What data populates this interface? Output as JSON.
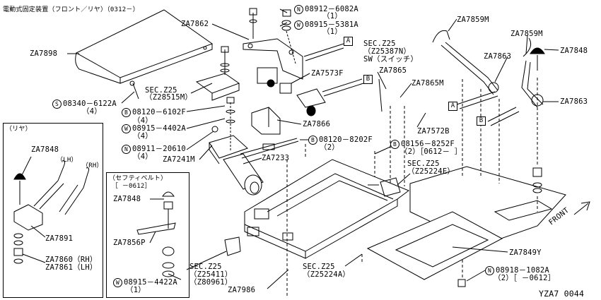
{
  "title": "電動式固定装置（フロント／リヤ）（0312－）",
  "footer_code": "YZA7 0044",
  "front_label": "FRONT",
  "rear_panel": {
    "title": "（リヤ）",
    "lh": "（LH）",
    "rh": "（RH）",
    "za7848": "ZA7848",
    "za7891": "ZA7891",
    "za7860": "ZA7860（RH）",
    "za7861": "ZA7861（LH）"
  },
  "belt_panel": {
    "title": "（セフティベルト）",
    "range": "［ －0612］",
    "za7848": "ZA7848",
    "za7856p": "ZA7856P",
    "bolt_prefix": "W",
    "bolt": "08915－4422A",
    "qty": "（1）"
  },
  "boxes": {
    "a": "A",
    "b": "B"
  },
  "labels": {
    "za7898": "ZA7898",
    "sec_z25_a": "SEC.Z25",
    "sec_z25_a_sub": "（Z28515M）",
    "s_prefix": "S",
    "s_bolt": "08340－6122A",
    "s_qty": "（4）",
    "b1_prefix": "B",
    "b1_bolt": "08120－6102F",
    "b1_qty": "（4）",
    "w1_prefix": "W",
    "w1_bolt": "08915－4402A",
    "w1_qty": "（4）",
    "n1_prefix": "N",
    "n1_bolt": "08911－20610",
    "n1_qty": "（4）",
    "za7241m": "ZA7241M",
    "za7862": "ZA7862",
    "n2_prefix": "N",
    "n2_bolt": "08912－6082A",
    "n2_qty": "（1）",
    "w2_prefix": "W",
    "w2_bolt": "08915－5381A",
    "w2_qty": "（1）",
    "za7573f": "ZA7573F",
    "za7866": "ZA7866",
    "za7233": "ZA7233",
    "b2_prefix": "B",
    "b2_bolt": "08120－8202F",
    "b2_qty": "（2）",
    "sec_z25_b": "SEC.Z25",
    "sec_z25_b_sub": "（Z25387N）",
    "sec_z25_b_sw": "SW（スイッチ）",
    "za7865": "ZA7865",
    "za7865m": "ZA7865M",
    "za7572b": "ZA7572B",
    "b3_prefix": "B",
    "b3_bolt": "08156－8252F",
    "b3_qty": "（2）［0612－ ］",
    "sec_z25_c": "SEC.Z25",
    "sec_z25_c_sub": "（Z25224E）",
    "za7859m_1": "ZA7859M",
    "za7859m_2": "ZA7859M",
    "za7848": "ZA7848",
    "za7863_1": "ZA7863",
    "za7863_2": "ZA7863",
    "za7849y": "ZA7849Y",
    "sec_z25_d": "SEC.Z25",
    "sec_z25_d_sub": "（Z25224A）",
    "n3_prefix": "N",
    "n3_bolt": "08918－1082A",
    "n3_qty": "（2）［ －0612］",
    "sec_z25_e": "SEC.Z25",
    "sec_z25_e_sub1": "（Z25411）",
    "sec_z25_e_sub2": "（Z80961）",
    "za7986": "ZA7986"
  }
}
